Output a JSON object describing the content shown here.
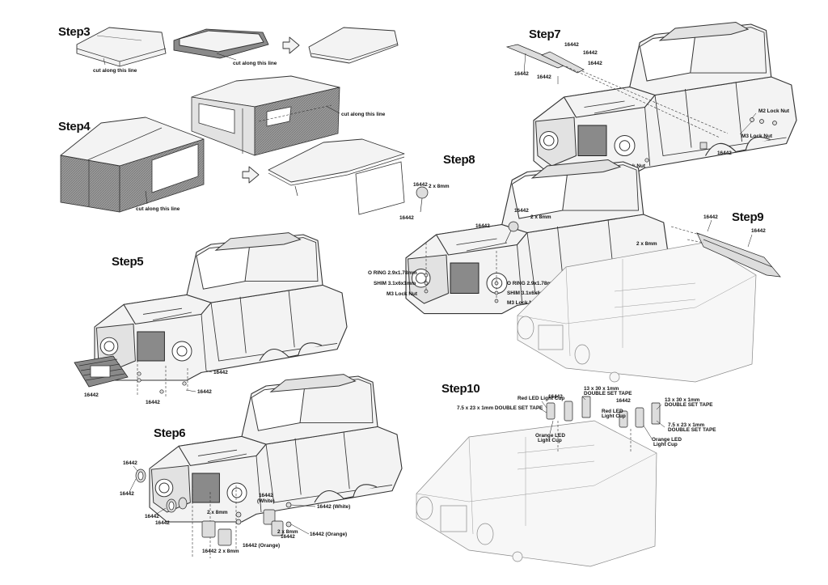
{
  "steps": {
    "s3": "Step3",
    "s4": "Step4",
    "s5": "Step5",
    "s6": "Step6",
    "s7": "Step7",
    "s8": "Step8",
    "s9": "Step9",
    "s10": "Step10"
  },
  "labels": {
    "cut": "cut along this line",
    "part": "16442",
    "screw": "2 x 8mm",
    "m2nut": "M2 Lock Nut",
    "m3nut": "M3 Lock Nut",
    "oring": "O RING 2.9x1.78mm",
    "shim": "SHIM 3.1x6x1mm",
    "partWhite": "16442 (White)",
    "partOrange": "16442 (Orange)",
    "partWhiteA": "16442",
    "partWhiteB": "(White)",
    "redCup": "Red LED Light Cup",
    "redCupA": "Red LED",
    "redCupB": "Light Cup",
    "orangeCupA": "Orange LED",
    "orangeCupB": "Light Cup",
    "tapeBigA": "13 x 30 x 1mm",
    "tapeBigB": "DOUBLE SET TAPE",
    "tapeSmall": "7.5 x 23 x 1mm DOUBLE SET TAPE",
    "tapeSmallA": "7.5 x 23 x 1mm",
    "tapeSmallB": "DOUBLE SET TAPE"
  }
}
